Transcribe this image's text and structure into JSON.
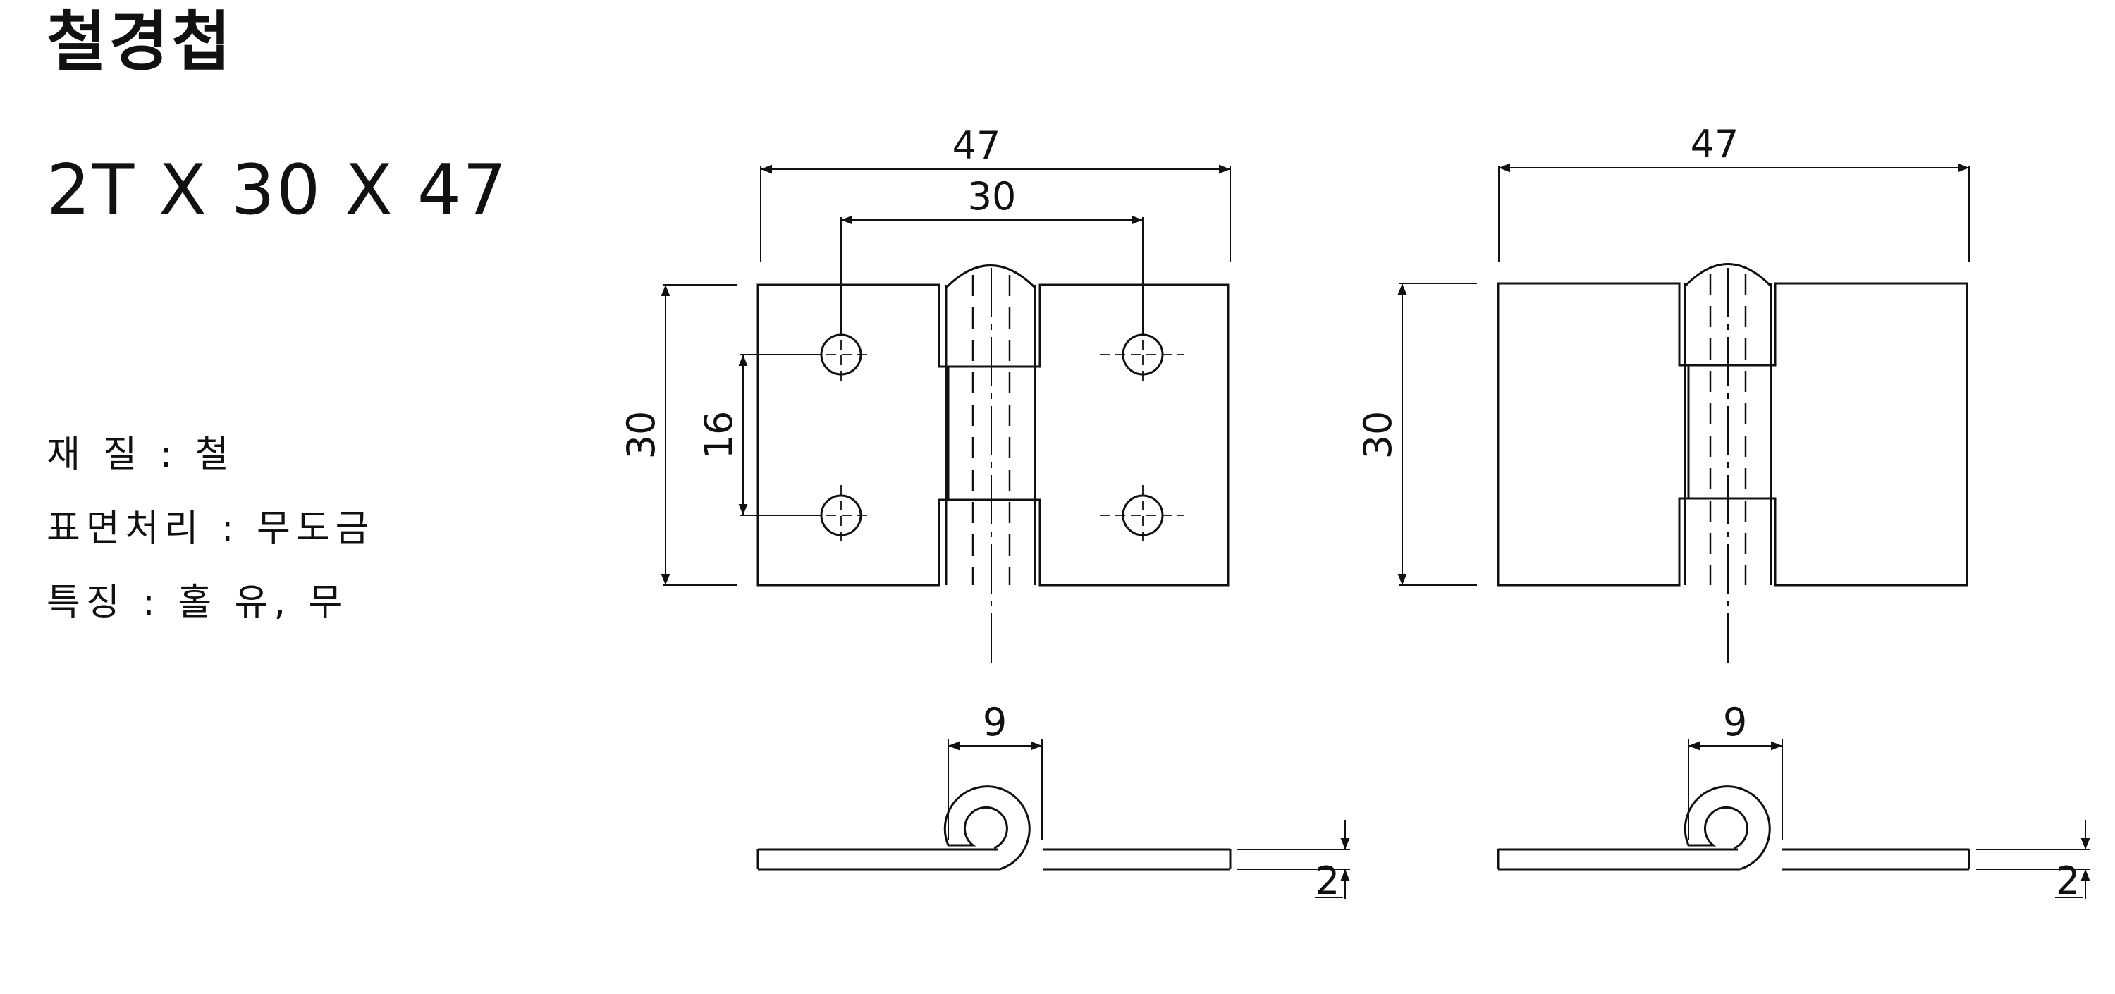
{
  "title": "철경첩",
  "spec": "2T X 30 X 47",
  "info": {
    "material": "재 질 : 철",
    "surface": "표면처리 : 무도금",
    "feature": "특징 : 홀 유, 무"
  },
  "dimensions": {
    "left": {
      "width": "47",
      "hole_spacing": "30",
      "height": "30",
      "hole_vertical": "16",
      "knuckle": "9",
      "thickness": "2"
    },
    "right": {
      "width": "47",
      "height": "30",
      "knuckle": "9",
      "thickness": "2"
    }
  }
}
